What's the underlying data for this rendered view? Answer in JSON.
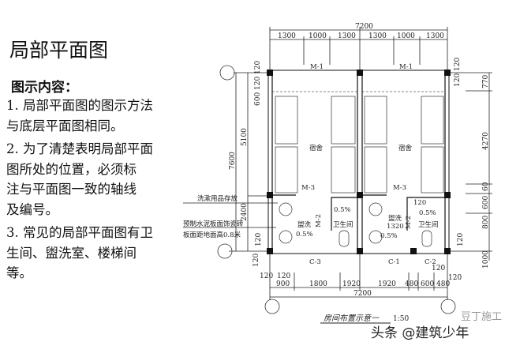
{
  "left": {
    "title": "局部平面图",
    "subtitle": "图示内容：",
    "lines": [
      "1. 局部平面图的图示方法",
      "与底层平面图相同。",
      "2. 为了清楚表明局部平面",
      "图所处的位置，必须标",
      "注与平面图一致的轴线",
      "及编号。",
      "3. 常见的局部平面图有卫",
      "生间、盥洗室、楼梯间",
      "等。"
    ]
  },
  "plan": {
    "top_total": "7200",
    "top_dims": [
      "1300",
      "1000",
      "1300",
      "1300",
      "1000",
      "1300"
    ],
    "bottom_total": "7200",
    "bottom_dims": [
      "900",
      "1800",
      "1920",
      "1920",
      "480",
      "600",
      "480"
    ],
    "left_dims": [
      "7600",
      "5100",
      "2400",
      "120",
      "120",
      "600",
      "120",
      "120",
      "120"
    ],
    "right_dims": [
      "120",
      "120",
      "770",
      "4270",
      "60",
      "600",
      "800",
      "1000",
      "120",
      "120"
    ],
    "doors": [
      "M-1",
      "M-1",
      "M-3",
      "M-3",
      "M-2",
      "M-2"
    ],
    "windows": [
      "C-3",
      "C-1",
      "C-2"
    ],
    "rooms": [
      "宿舍",
      "宿舍",
      "盥洗",
      "卫生间",
      "盥洗",
      "卫生间"
    ],
    "slopes": [
      "0.5%",
      "0.5%",
      "0.5%",
      "0.5%"
    ],
    "misc": [
      "1320",
      "120",
      "120",
      "120"
    ],
    "annotations": [
      "洗漱用品存放",
      "预制水泥板面饰瓷砖",
      "板面距地面高0.8米"
    ],
    "caption": "房间布置示意一",
    "scale": "1:50"
  },
  "watermark": {
    "text": "头条 @建筑少年",
    "faint": "豆丁施工"
  }
}
